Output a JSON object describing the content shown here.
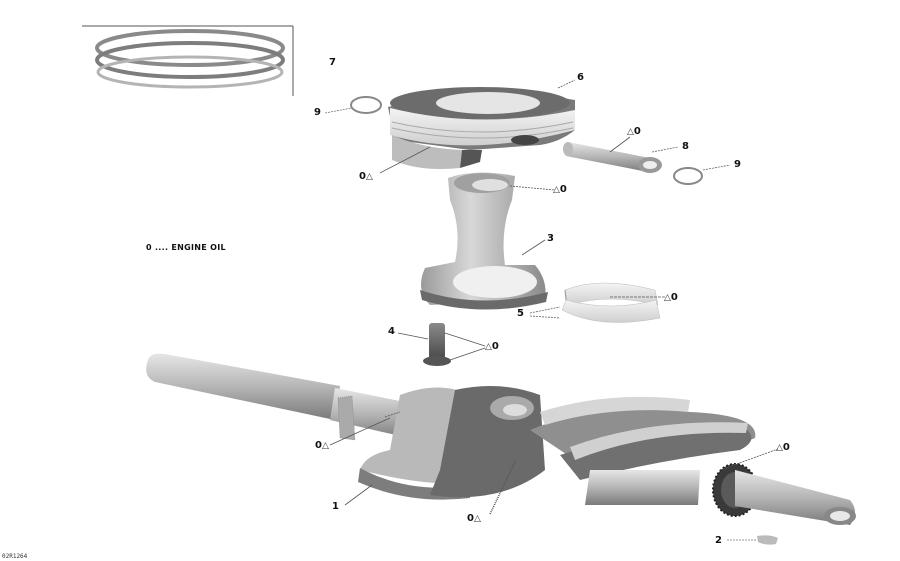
{
  "diagram": {
    "type": "exploded-parts-view",
    "subject": "Crankshaft and piston assembly",
    "legend": {
      "symbol": "0",
      "text": "0 .... ENGINE OIL"
    },
    "drawing_code": "02R1264",
    "callouts": [
      {
        "number": "1",
        "part": "crankshaft"
      },
      {
        "number": "2",
        "part": "woodruff-key"
      },
      {
        "number": "3",
        "part": "connecting-rod"
      },
      {
        "number": "4",
        "part": "con-rod-bolt"
      },
      {
        "number": "5",
        "part": "con-rod-bearing-halves"
      },
      {
        "number": "6",
        "part": "piston"
      },
      {
        "number": "7",
        "part": "piston-ring-set"
      },
      {
        "number": "8",
        "part": "piston-pin"
      },
      {
        "number": "9",
        "part": "circlip"
      },
      {
        "number": "9",
        "part": "circlip"
      }
    ],
    "oil_marks": [
      {
        "label": "0",
        "location": "piston-skirt"
      },
      {
        "label": "0",
        "location": "piston-pin"
      },
      {
        "label": "0",
        "location": "con-rod-small-end"
      },
      {
        "label": "0",
        "location": "bearing-halves"
      },
      {
        "label": "0",
        "location": "con-rod-bolt"
      },
      {
        "label": "0",
        "location": "crankshaft-main-journal-left"
      },
      {
        "label": "0",
        "location": "crankshaft-crankpin"
      },
      {
        "label": "0",
        "location": "crankshaft-main-journal-right"
      }
    ]
  }
}
